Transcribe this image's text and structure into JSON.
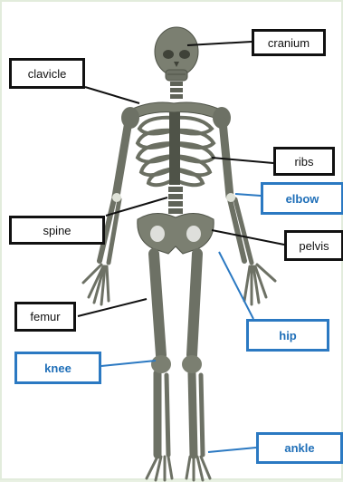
{
  "diagram": {
    "labels": {
      "cranium": "cranium",
      "clavicle": "clavicle",
      "ribs": "ribs",
      "elbow": "elbow",
      "spine": "spine",
      "pelvis": "pelvis",
      "femur": "femur",
      "hip": "hip",
      "knee": "knee",
      "ankle": "ankle"
    },
    "colors": {
      "black_label_border": "#111111",
      "blue_label_border": "#2b79c2",
      "blue_label_text": "#1f6fb8",
      "bone": "#74786a",
      "bone_dark": "#4f5348"
    }
  }
}
